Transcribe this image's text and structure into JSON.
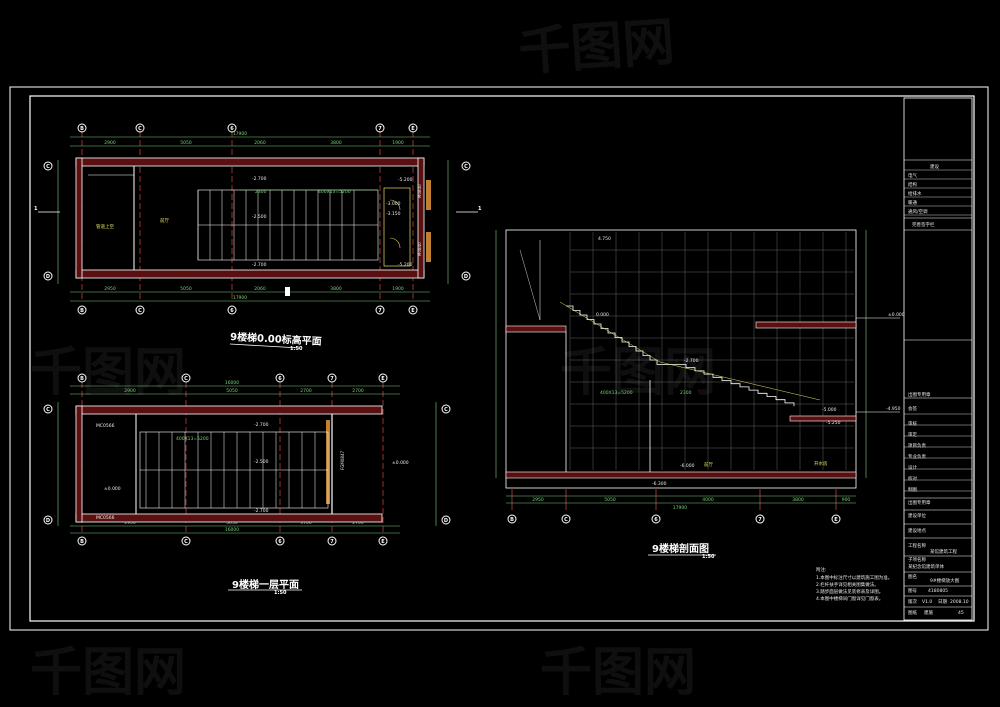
{
  "watermark": {
    "text": "千图网"
  },
  "plan_top": {
    "title": "9楼梯0.00标高平面",
    "scale": "1:50",
    "axes_top": [
      "B",
      "C",
      "6",
      "7",
      "E"
    ],
    "axes_bottom": [
      "B",
      "C",
      "6",
      "7",
      "E"
    ],
    "rows_left": [
      "C",
      "D"
    ],
    "overall_dim": "17900",
    "dims_top": [
      "2900",
      "5050",
      "2060",
      "3800",
      "1900"
    ],
    "dims_bottom": [
      "2950",
      "5050",
      "2060",
      "3800",
      "1900"
    ],
    "labels": {
      "room_left": "管道上空",
      "room_mid": "前厅",
      "stair_note": "400X13=5200",
      "dim_inner": "2300",
      "elev_a": "-2.700",
      "elev_b": "-2.500",
      "elev_c": "-2.700",
      "elev_d": "-5.200",
      "elev_e": "-3.000",
      "elev_f": "-3.150",
      "elev_g": "-5.200",
      "door_a": "M0840",
      "door_b": "M0840"
    },
    "section_mark": "1"
  },
  "plan_bottom": {
    "title": "9楼梯一层平面",
    "scale": "1:50",
    "axes_top": [
      "B",
      "C",
      "6",
      "7",
      "E"
    ],
    "axes_bottom": [
      "B",
      "C",
      "6",
      "7",
      "E"
    ],
    "rows_left": [
      "C",
      "D"
    ],
    "overall_dim": "16000",
    "dims_top": [
      "2900",
      "5050",
      "2700",
      "2700"
    ],
    "dims_bottom": [
      "2950",
      "5050",
      "3700",
      "2700"
    ],
    "labels": {
      "win_a": "MC0566",
      "win_b": "MC0566",
      "stair_note": "400X13=5200",
      "elev_a": "-2.700",
      "elev_b": "-2.500",
      "elev_c": "-2.700",
      "elev_d": "±0.000",
      "elev_e": "±0.000",
      "door": "FGM0847"
    }
  },
  "section": {
    "title": "9楼梯剖面图",
    "scale": "1:50",
    "axes": [
      "B",
      "C",
      "6",
      "7",
      "E"
    ],
    "overall_dim": "17900",
    "dims": [
      "2950",
      "5050",
      "4000",
      "3800",
      "900"
    ],
    "labels": {
      "elev_top": "4.750",
      "elev_mid": "0.000",
      "elev_stair": "-2.700",
      "elev_low": "-5.000",
      "elev_low2": "-5.250",
      "elev_floor": "-6.000",
      "elev_base": "-6.300",
      "stair_note": "400X13=5200",
      "dim_a": "2300",
      "room": "前厅",
      "room_right": "开水房",
      "level_right": "±0.000",
      "level_right2": "-4.950"
    }
  },
  "notes": {
    "heading": "附注:",
    "lines": [
      "1.本图中标注尺寸以建筑施工图为准。",
      "2.栏杆扶手详见相关图集做法。",
      "3.踏步面层做法见装修表及详图。",
      "4.本图中楼梯间门窗详见门窗表。"
    ]
  },
  "title_block": {
    "rows_top": [
      "建设",
      "",
      "电气",
      "结构",
      "给排水",
      "暖通",
      "通风/空调"
    ],
    "sign_header": "完善签字栏",
    "stamp_label": "出图专用章",
    "rows_mid": [
      "会签",
      "审核",
      "审定",
      "项目负责",
      "专业负责",
      "设计",
      "校对",
      "制图"
    ],
    "unit_label": "建设单位",
    "site_label": "建设地点",
    "project_label": "工程名称",
    "project_name": "某馆建筑工程",
    "subitem_label": "子项名称",
    "subitem_name": "某纪念馆建筑单体",
    "drawing_label": "图名",
    "drawing_name": "9#楼梯放大图",
    "number_label": "图号",
    "number": "4180805",
    "version_label": "版次",
    "version": "V1.0",
    "date_label": "日期",
    "date": "2008.10",
    "sheet_label": "图纸",
    "sheet": "建施",
    "page": "45"
  }
}
